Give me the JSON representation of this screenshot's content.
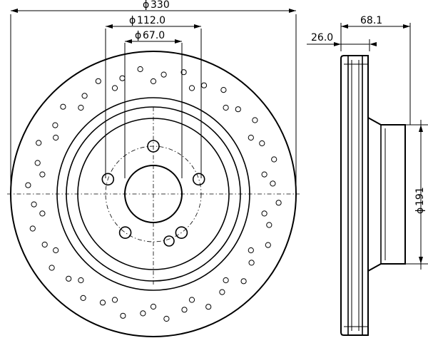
{
  "dimensions": {
    "outer_diameter": "330",
    "bolt_circle": "112.0",
    "center_bore": "67.0",
    "height": "68.1",
    "thickness": "26.0",
    "hat_diameter": "191"
  },
  "symbols": {
    "diameter": "ϕ"
  }
}
